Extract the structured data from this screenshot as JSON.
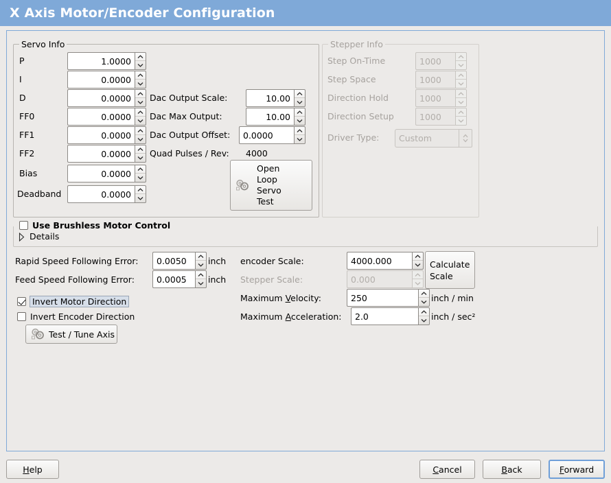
{
  "window": {
    "title": "X Axis Motor/Encoder Configuration",
    "title_bg": "#7FA9D8",
    "body_bg": "#ECEAE8",
    "frame_border": "#7FA9D8"
  },
  "servo_info": {
    "legend": "Servo Info",
    "fields": [
      {
        "label": "P",
        "value": "1.0000"
      },
      {
        "label": "I",
        "value": "0.0000"
      },
      {
        "label": "D",
        "value": "0.0000"
      },
      {
        "label": "FF0",
        "value": "0.0000"
      },
      {
        "label": "FF1",
        "value": "0.0000"
      },
      {
        "label": "FF2",
        "value": "0.0000"
      },
      {
        "label": "Bias",
        "value": "0.0000"
      },
      {
        "label": "Deadband",
        "value": "0.0000"
      }
    ],
    "dac": [
      {
        "label": "Dac Output Scale:",
        "value": "10.00"
      },
      {
        "label": "Dac Max Output:",
        "value": "10.00"
      },
      {
        "label": "Dac Output Offset:",
        "value": "0.0000"
      }
    ],
    "quad_pulses_label": "Quad Pulses / Rev:",
    "quad_pulses_value": "4000",
    "open_loop_button": "Open\nLoop\nServo\nTest",
    "open_loop_lines": [
      "Open",
      "Loop",
      "Servo",
      "Test"
    ],
    "open_loop_icon": "gears-icon"
  },
  "stepper_info": {
    "legend": "Stepper Info",
    "enabled": false,
    "fields": [
      {
        "label": "Step On-Time",
        "value": "1000"
      },
      {
        "label": "Step Space",
        "value": "1000"
      },
      {
        "label": "Direction Hold",
        "value": "1000"
      },
      {
        "label": "Direction Setup",
        "value": "1000"
      }
    ],
    "driver_type_label": "Driver Type:",
    "driver_type_value": "Custom"
  },
  "brushless": {
    "checkbox_label": "Use Brushless Motor Control",
    "checked": false,
    "details_label": "Details",
    "details_expanded": false,
    "details_icon": "triangle-right-icon"
  },
  "following_error": {
    "rapid_label": "Rapid Speed Following Error:",
    "rapid_value": "0.0050",
    "rapid_unit": "inch",
    "feed_label": "Feed Speed Following Error:",
    "feed_value": "0.0005",
    "feed_unit": "inch"
  },
  "direction": {
    "invert_motor_label": "Invert Motor Direction",
    "invert_motor_checked": true,
    "invert_motor_focused": true,
    "invert_encoder_label": "Invert Encoder Direction",
    "invert_encoder_checked": false,
    "test_tune_button": "Test / Tune Axis",
    "test_tune_icon": "gears-icon"
  },
  "scale": {
    "encoder_scale_label": "encoder Scale:",
    "encoder_scale_value": "4000.000",
    "stepper_scale_label": "Stepper Scale:",
    "stepper_scale_value": "0.000",
    "stepper_scale_enabled": false,
    "calculate_button_lines": [
      "Calculate",
      "Scale"
    ],
    "max_velocity_label_pre": "Maximum ",
    "max_velocity_label_accel": "V",
    "max_velocity_label_post": "elocity:",
    "max_velocity_value": "250",
    "max_velocity_unit": "inch / min",
    "max_accel_label_pre": "Maximum ",
    "max_accel_label_accel": "A",
    "max_accel_label_post": "cceleration:",
    "max_accel_value": "2.0",
    "max_accel_unit": "inch / sec²"
  },
  "footer": {
    "help_pre": "",
    "help_accel": "H",
    "help_post": "elp",
    "cancel_accel": "C",
    "cancel_post": "ancel",
    "back_accel": "B",
    "back_post": "ack",
    "forward_accel": "F",
    "forward_post": "orward",
    "forward_focused": true
  }
}
